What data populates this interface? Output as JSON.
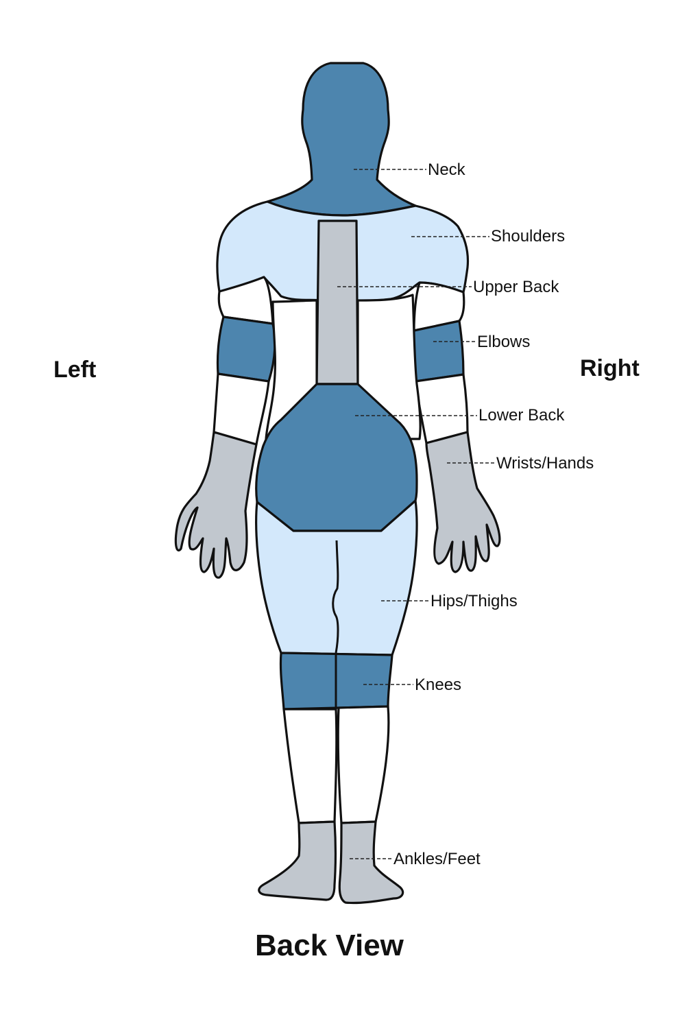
{
  "orientation": {
    "left": "Left",
    "right": "Right"
  },
  "title": "Back View",
  "colors": {
    "dark_blue": "#4d85ae",
    "light_blue": "#d3e8fb",
    "gray": "#c1c7ce",
    "white": "#ffffff",
    "outline": "#111111"
  },
  "regions": [
    {
      "id": "neck",
      "label": "Neck",
      "fill": "dark_blue"
    },
    {
      "id": "shoulders",
      "label": "Shoulders",
      "fill": "light_blue"
    },
    {
      "id": "upper-back",
      "label": "Upper Back",
      "fill": "gray"
    },
    {
      "id": "elbows",
      "label": "Elbows",
      "fill": "dark_blue"
    },
    {
      "id": "lower-back",
      "label": "Lower Back",
      "fill": "dark_blue"
    },
    {
      "id": "wrists-hands",
      "label": "Wrists/Hands",
      "fill": "gray"
    },
    {
      "id": "hips-thighs",
      "label": "Hips/Thighs",
      "fill": "light_blue"
    },
    {
      "id": "knees",
      "label": "Knees",
      "fill": "dark_blue"
    },
    {
      "id": "ankles-feet",
      "label": "Ankles/Feet",
      "fill": "gray"
    }
  ]
}
